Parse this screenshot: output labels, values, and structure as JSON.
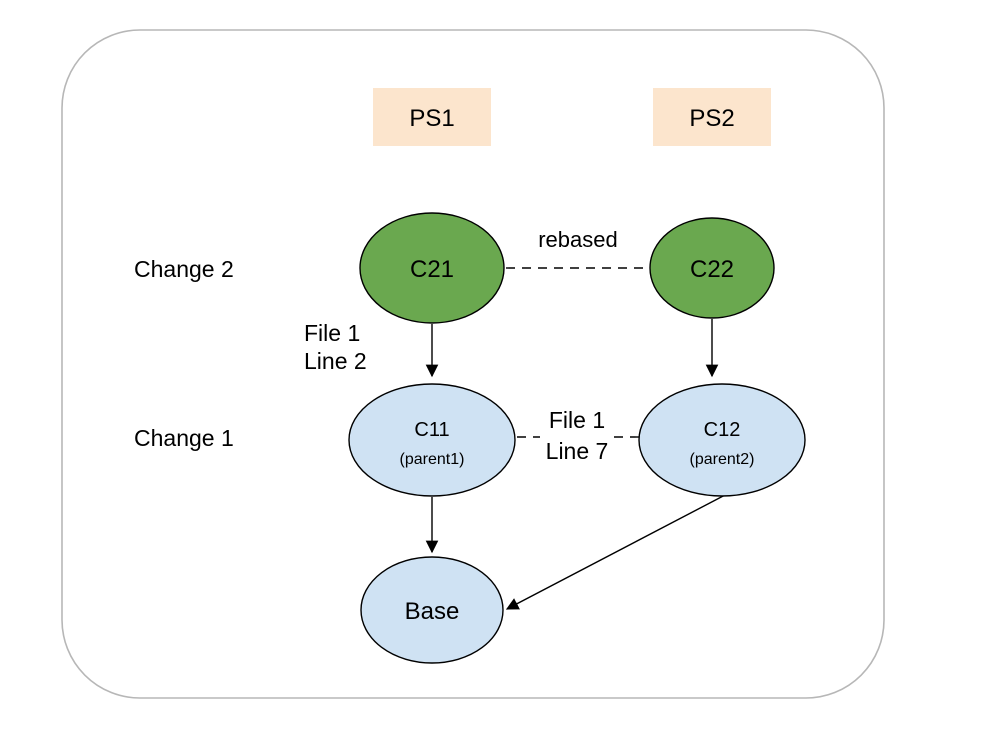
{
  "diagram": {
    "colors": {
      "node_green": "#6aa84f",
      "node_blue": "#cfe2f3",
      "header_fill": "#fce5cd",
      "frame_stroke": "#b7b7b7",
      "line": "#000000"
    },
    "headers": [
      {
        "label": "PS1"
      },
      {
        "label": "PS2"
      }
    ],
    "row_labels": [
      {
        "label": "Change 2"
      },
      {
        "label": "Change 1"
      }
    ],
    "nodes": {
      "c21": {
        "label": "C21"
      },
      "c22": {
        "label": "C22"
      },
      "c11": {
        "label": "C11",
        "sublabel": "(parent1)"
      },
      "c12": {
        "label": "C12",
        "sublabel": "(parent2)"
      },
      "base": {
        "label": "Base"
      }
    },
    "annotations": {
      "rebase_label": "rebased",
      "c21_edit": {
        "line1": "File 1",
        "line2": "Line 2"
      },
      "conflict": {
        "line1": "File 1",
        "line2": "Line 7"
      }
    },
    "edges": [
      {
        "from": "C21",
        "to": "C11",
        "style": "solid-arrow"
      },
      {
        "from": "C22",
        "to": "C12",
        "style": "solid-arrow"
      },
      {
        "from": "C11",
        "to": "Base",
        "style": "solid-arrow"
      },
      {
        "from": "C12",
        "to": "Base",
        "style": "solid-arrow"
      },
      {
        "from": "C21",
        "to": "C22",
        "style": "dashed",
        "label": "rebased"
      },
      {
        "from": "C11",
        "to": "C12",
        "style": "dashed",
        "label": "File 1 Line 7"
      }
    ]
  }
}
